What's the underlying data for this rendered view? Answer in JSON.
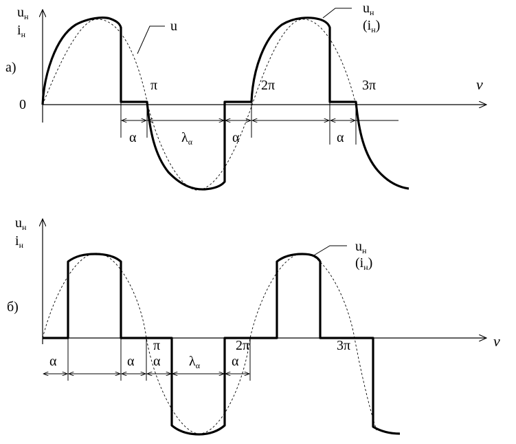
{
  "panel_a": {
    "tag": "а)",
    "y_label_u": "u",
    "y_label_u_sub": "н",
    "y_label_i": "i",
    "y_label_i_sub": "н",
    "origin": "0",
    "x_axis_label": "ν",
    "tick_pi": "π",
    "tick_2pi": "2π",
    "tick_3pi": "3π",
    "callout_u": "u",
    "callout_un": "u",
    "callout_un_sub": "н",
    "callout_in": "(i",
    "callout_in_sub": "н",
    "callout_in_close": ")",
    "interval_alpha": "α",
    "interval_lambda": "λ",
    "interval_lambda_sub": "α"
  },
  "panel_b": {
    "tag": "б)",
    "y_label_u": "u",
    "y_label_u_sub": "н",
    "y_label_i": "i",
    "y_label_i_sub": "н",
    "x_axis_label": "ν",
    "tick_pi": "π",
    "tick_2pi": "2π",
    "tick_3pi": "3π",
    "callout_un": "u",
    "callout_un_sub": "н",
    "callout_in": "(i",
    "callout_in_sub": "н",
    "callout_in_close": ")",
    "interval_alpha": "α",
    "interval_lambda": "λ",
    "interval_lambda_sub": "α"
  }
}
